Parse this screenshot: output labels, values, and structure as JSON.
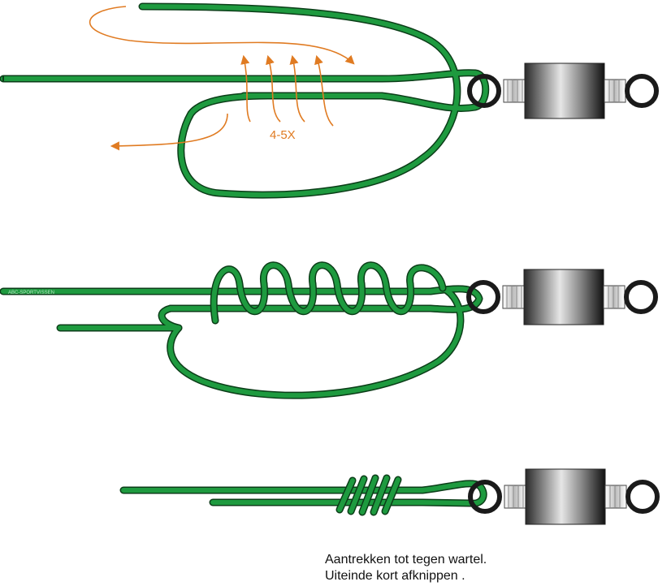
{
  "labels": {
    "turns": "4-5X",
    "brand": "ABC-SPORTVISSEN"
  },
  "caption": {
    "line1": "Aantrekken tot tegen wartel.",
    "line2": "Uiteinde kort afknippen ."
  },
  "steps": [
    {
      "name": "step-1-wrap-instruction",
      "wraps": 4
    },
    {
      "name": "step-2-coils-formed",
      "wraps": 5
    },
    {
      "name": "step-3-tightened-knot",
      "wraps": 5
    }
  ],
  "colors": {
    "line": "#1e9a3f",
    "line_outline": "#0b3d18",
    "arrow": "#e07b22",
    "swivel_dark": "#1a1a1a",
    "swivel_light": "#d8d8d8",
    "background": "#ffffff"
  }
}
